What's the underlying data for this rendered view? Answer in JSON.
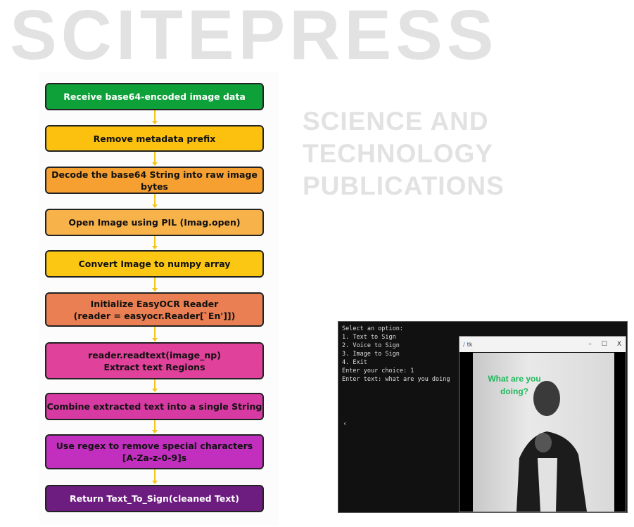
{
  "watermark": {
    "title": "SCITEPRESS",
    "subtitle": "SCIENCE AND TECHNOLOGY PUBLICATIONS"
  },
  "flowchart": {
    "steps": [
      {
        "lines": [
          "Receive base64-encoded image data"
        ],
        "color": "#0ea13a",
        "text_color": "#ffffff"
      },
      {
        "lines": [
          "Remove metadata prefix"
        ],
        "color": "#fcc10f",
        "text_color": "#111111"
      },
      {
        "lines": [
          "Decode the base64 String into raw image bytes"
        ],
        "color": "#f5a030",
        "text_color": "#111111"
      },
      {
        "lines": [
          "Open Image using PIL (Imag.open)"
        ],
        "color": "#f8b24a",
        "text_color": "#111111"
      },
      {
        "lines": [
          "Convert Image to numpy array"
        ],
        "color": "#fcc712",
        "text_color": "#111111"
      },
      {
        "lines": [
          "Initialize EasyOCR Reader",
          "(reader = easyocr.Reader[`En']])"
        ],
        "color": "#e97f52",
        "text_color": "#111111"
      },
      {
        "lines": [
          "reader.readtext(image_np)",
          "Extract text Regions"
        ],
        "color": "#e0419a",
        "text_color": "#111111"
      },
      {
        "lines": [
          "Combine extracted text into a single String"
        ],
        "color": "#d83aa3",
        "text_color": "#111111"
      },
      {
        "lines": [
          "Use regex to remove special characters",
          "[A-Za-z-0-9]s"
        ],
        "color": "#c22fbf",
        "text_color": "#111111"
      },
      {
        "lines": [
          "Return Text_To_Sign(cleaned Text)"
        ],
        "color": "#6d1c80",
        "text_color": "#ffffff"
      }
    ]
  },
  "terminal": {
    "lines": [
      "Select an option:",
      "1. Text to Sign",
      "2. Voice to Sign",
      "3. Image to Sign",
      "4. Exit",
      "Enter your choice: 1",
      "Enter text: what are you doing"
    ]
  },
  "tk_window": {
    "title": "tk",
    "minimize": "–",
    "maximize": "☐",
    "close": "X",
    "caption_line1": "What are you",
    "caption_line2": "doing?"
  }
}
